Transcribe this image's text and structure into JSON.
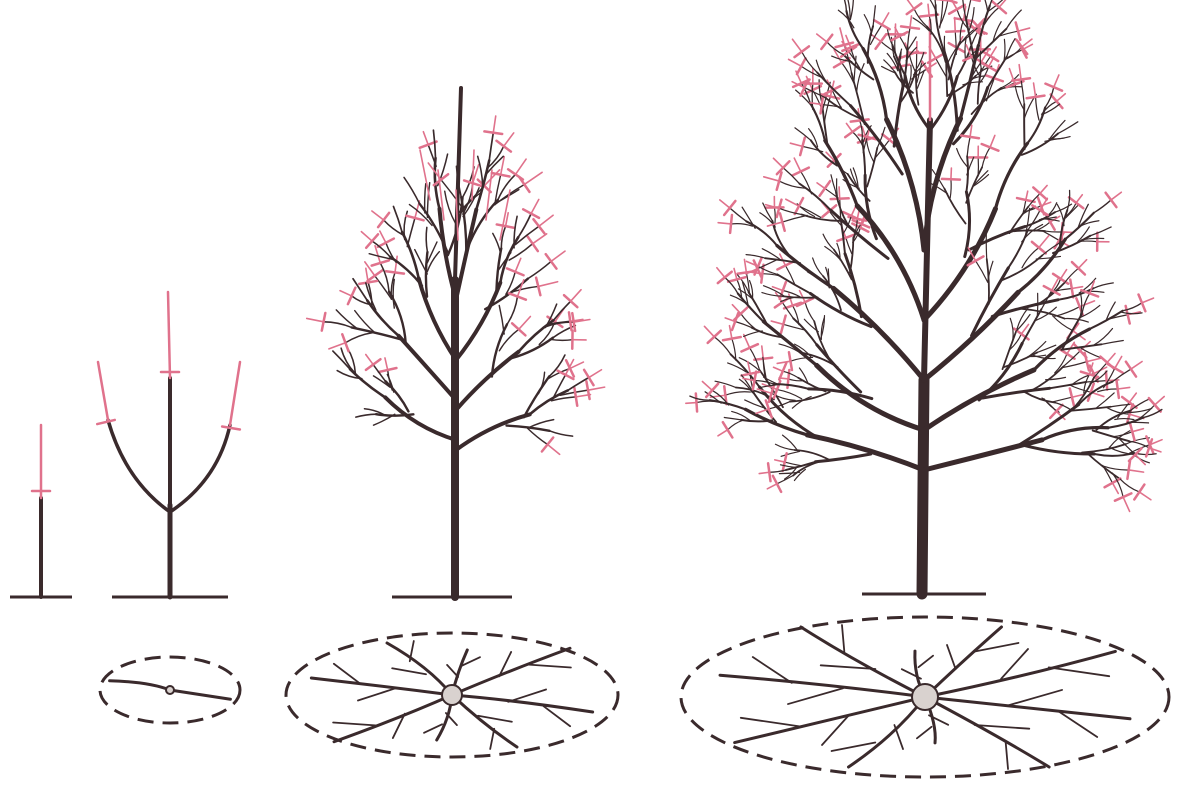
{
  "title": "",
  "colors": {
    "wood": "#3a2a2c",
    "cut": "#e0728c",
    "background": "#ffffff",
    "trunk_knot": "#d9d2cf"
  },
  "stages": [
    {
      "name": "stage-1-whip",
      "scaffold_branches": 0,
      "plan_view": false
    },
    {
      "name": "stage-2-first-year",
      "scaffold_branches": 2,
      "plan_view": true
    },
    {
      "name": "stage-3-second-year",
      "scaffold_branches": 8,
      "plan_view": true
    },
    {
      "name": "stage-4-mature",
      "scaffold_branches": 10,
      "plan_view": true
    }
  ]
}
